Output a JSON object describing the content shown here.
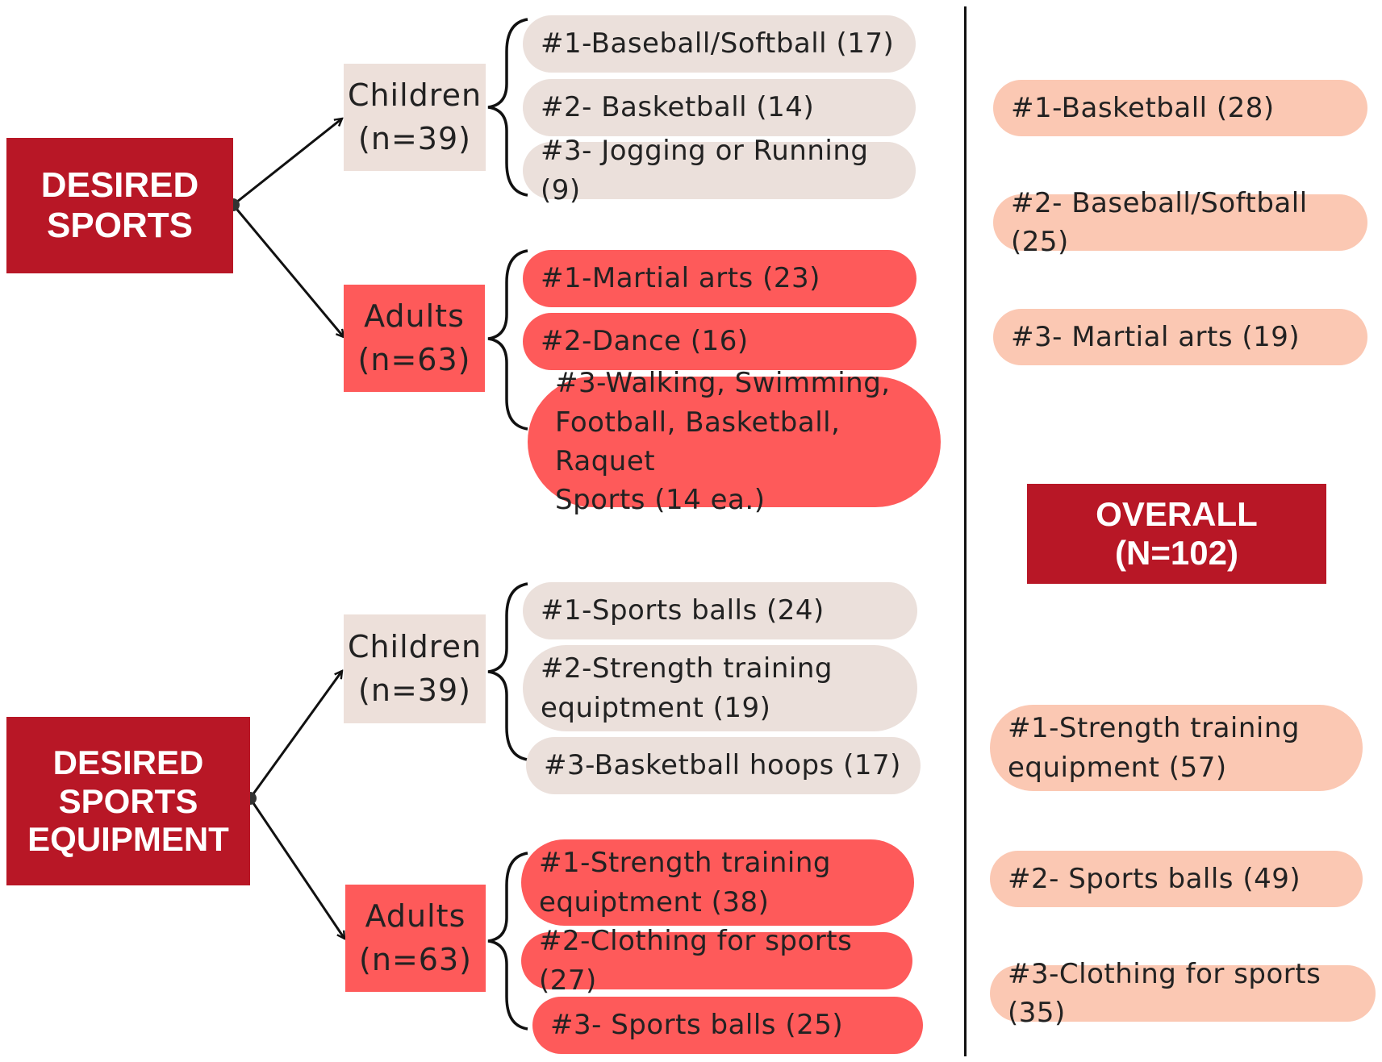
{
  "sports": {
    "title_lines": [
      "DESIRED",
      "SPORTS"
    ],
    "children": {
      "label": "Children",
      "n": "(n=39)",
      "items": [
        {
          "label": "#1-Baseball/Softball (17)"
        },
        {
          "label": "#2- Basketball (14)"
        },
        {
          "label": "#3- Jogging or Running (9)"
        }
      ]
    },
    "adults": {
      "label": "Adults",
      "n": "(n=63)",
      "items": [
        {
          "label": "#1-Martial arts (23)"
        },
        {
          "label": "#2-Dance (16)"
        },
        {
          "lines": [
            "#3-Walking, Swimming,",
            "Football, Basketball, Raquet",
            "Sports (14 ea.)"
          ]
        }
      ]
    }
  },
  "equipment": {
    "title_lines": [
      "DESIRED",
      "SPORTS",
      "EQUIPMENT"
    ],
    "children": {
      "label": "Children",
      "n": "(n=39)",
      "items": [
        {
          "label": "#1-Sports balls (24)"
        },
        {
          "lines": [
            "#2-Strength training",
            "equiptment (19)"
          ]
        },
        {
          "label": "#3-Basketball hoops (17)"
        }
      ]
    },
    "adults": {
      "label": "Adults",
      "n": "(n=63)",
      "items": [
        {
          "lines": [
            "#1-Strength training",
            "equiptment (38)"
          ]
        },
        {
          "label": "#2-Clothing for sports (27)"
        },
        {
          "label": "#3- Sports balls (25)"
        }
      ]
    }
  },
  "overall": {
    "title_lines": [
      "OVERALL",
      "(N=102)"
    ],
    "sports_items": [
      {
        "label": "#1-Basketball (28)"
      },
      {
        "label": "#2- Baseball/Softball (25)"
      },
      {
        "label": "#3- Martial arts (19)"
      }
    ],
    "equipment_items": [
      {
        "lines": [
          "#1-Strength training",
          "equipment (57)"
        ]
      },
      {
        "label": "#2- Sports balls (49)"
      },
      {
        "label": "#3-Clothing for sports (35)"
      }
    ]
  }
}
